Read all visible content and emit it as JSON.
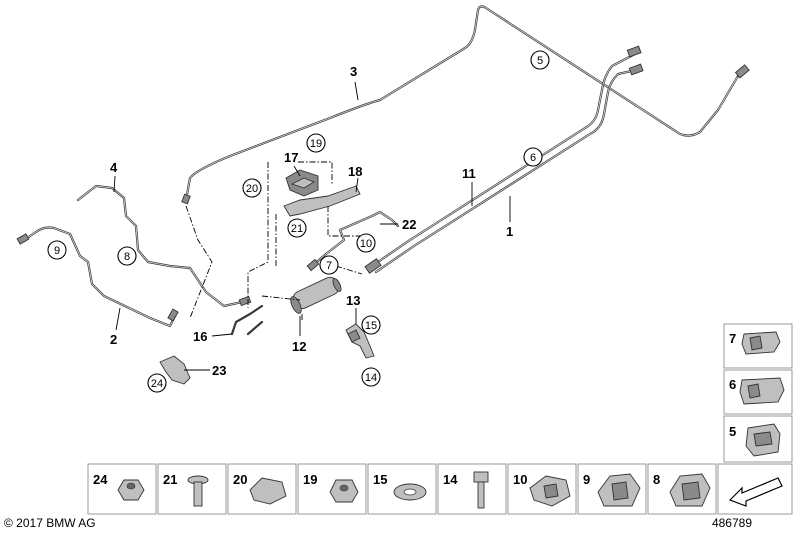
{
  "footer": {
    "copyright": "© 2017 BMW AG",
    "drawing_number": "486789"
  },
  "callouts": {
    "c1": "1",
    "c2": "2",
    "c3": "3",
    "c4": "4",
    "c5": "5",
    "c6": "6",
    "c7": "7",
    "c8": "8",
    "c9": "9",
    "c10": "10",
    "c11": "11",
    "c12": "12",
    "c13": "13",
    "c14": "14",
    "c15": "15",
    "c16": "16",
    "c17": "17",
    "c18": "18",
    "c19": "19",
    "c20": "20",
    "c21": "21",
    "c22": "22",
    "c23": "23",
    "c24": "24"
  },
  "parts_row": [
    "24",
    "21",
    "20",
    "19",
    "15",
    "14",
    "10",
    "9",
    "8"
  ],
  "parts_column": [
    "7",
    "6",
    "5"
  ]
}
